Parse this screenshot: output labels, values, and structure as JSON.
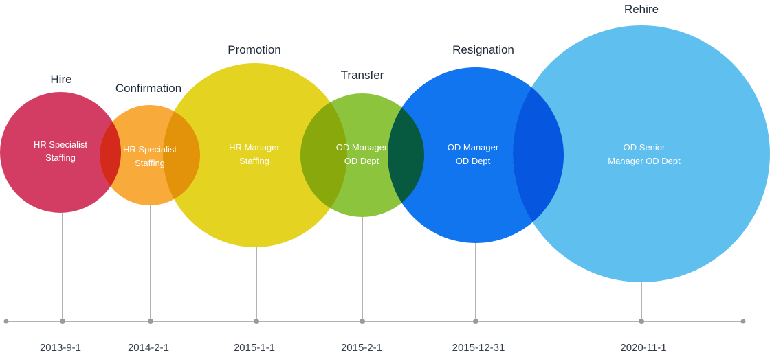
{
  "colors": {
    "timeline": "#9a9a9a",
    "overlap_hire_confirmation": "#d42a1c",
    "overlap_confirmation_promotion": "#e3930a",
    "overlap_promotion_transfer": "#89a80c",
    "overlap_transfer_resignation": "#075a3f",
    "overlap_resignation_rehire": "#0656e0"
  },
  "events": [
    {
      "title": "Hire",
      "line1": "HR Specialist",
      "line2": "Staffing",
      "date": "2013-9-1",
      "color": "#d43d63"
    },
    {
      "title": "Confirmation",
      "line1": "HR Specialist",
      "line2": "Staffing",
      "date": "2014-2-1",
      "color": "#f8ab3a"
    },
    {
      "title": "Promotion",
      "line1": "HR Manager",
      "line2": "Staffing",
      "date": "2015-1-1",
      "color": "#e5d322"
    },
    {
      "title": "Transfer",
      "line1": "OD Manager",
      "line2": "OD Dept",
      "date": "2015-2-1",
      "color": "#8cc43e"
    },
    {
      "title": "Resignation",
      "line1": "OD Manager",
      "line2": "OD Dept",
      "date": "2015-12-31",
      "color": "#1175f0"
    },
    {
      "title": "Rehire",
      "line1": "OD Senior",
      "line2": "Manager OD Dept",
      "date": "2020-11-1",
      "color": "#5fbfee"
    }
  ]
}
